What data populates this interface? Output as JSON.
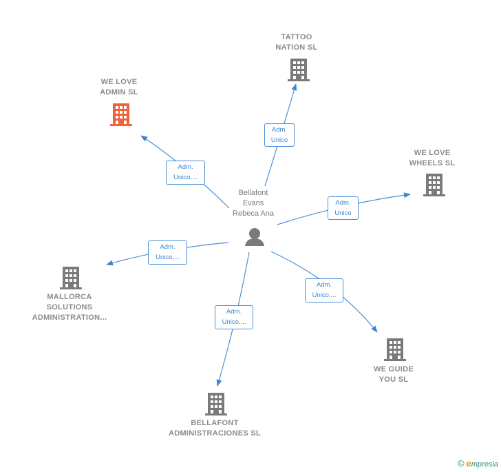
{
  "center": {
    "name": "Bellafont\nEvans\nRebeca Ana"
  },
  "companies": [
    {
      "id": "tattoo",
      "name": "TATTOO\nNATION  SL",
      "color": "#7a7a7a",
      "role": "Adm.\nUnico"
    },
    {
      "id": "welove",
      "name": "WE LOVE\nADMIN  SL",
      "color": "#f0623a",
      "role": "Adm.\nUnico,..."
    },
    {
      "id": "wheels",
      "name": "WE LOVE\nWHEELS  SL",
      "color": "#7a7a7a",
      "role": "Adm.\nUnico"
    },
    {
      "id": "mallorca",
      "name": "MALLORCA\nSOLUTIONS\nADMINISTRATION...",
      "color": "#7a7a7a",
      "role": "Adm.\nUnico,..."
    },
    {
      "id": "guide",
      "name": "WE GUIDE\nYOU  SL",
      "color": "#7a7a7a",
      "role": "Adm.\nUnico,..."
    },
    {
      "id": "bellafont",
      "name": "BELLAFONT\nADMINISTRACIONES SL",
      "color": "#7a7a7a",
      "role": "Adm.\nUnico,..."
    }
  ],
  "footer": {
    "copyright": "©",
    "brand_initial": "e",
    "brand_rest": "mpresia"
  },
  "colors": {
    "edge": "#4a8fd6",
    "person": "#7a7a7a"
  }
}
